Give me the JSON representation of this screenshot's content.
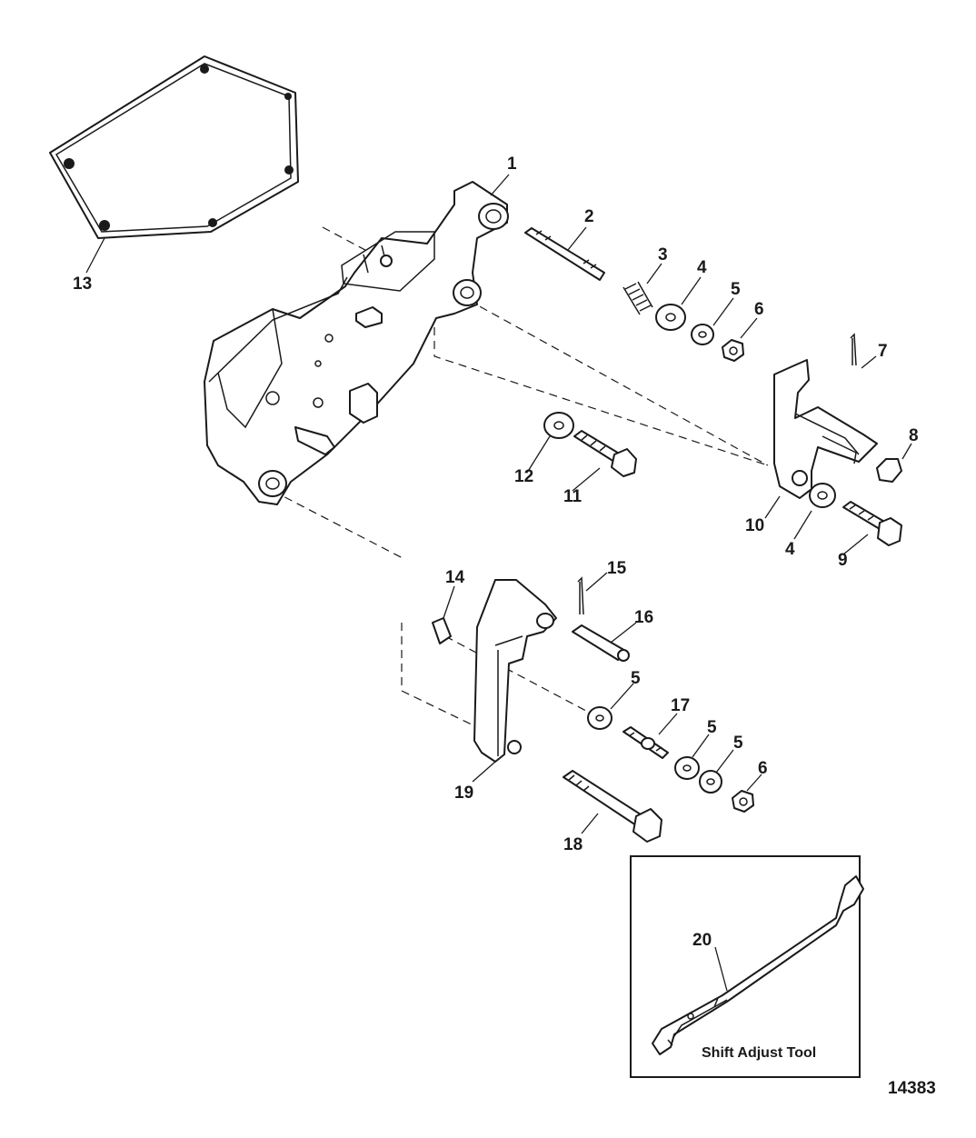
{
  "callouts": {
    "c1": "1",
    "c2": "2",
    "c3": "3",
    "c4a": "4",
    "c5a": "5",
    "c6a": "6",
    "c7": "7",
    "c8": "8",
    "c9": "9",
    "c10": "10",
    "c4b": "4",
    "c11": "11",
    "c12": "12",
    "c13": "13",
    "c14": "14",
    "c15": "15",
    "c16": "16",
    "c5b": "5",
    "c17": "17",
    "c5c": "5",
    "c5d": "5",
    "c6b": "6",
    "c18": "18",
    "c19": "19",
    "c20": "20"
  },
  "inset": {
    "label": "Shift Adjust Tool"
  },
  "figure_number": "14383"
}
